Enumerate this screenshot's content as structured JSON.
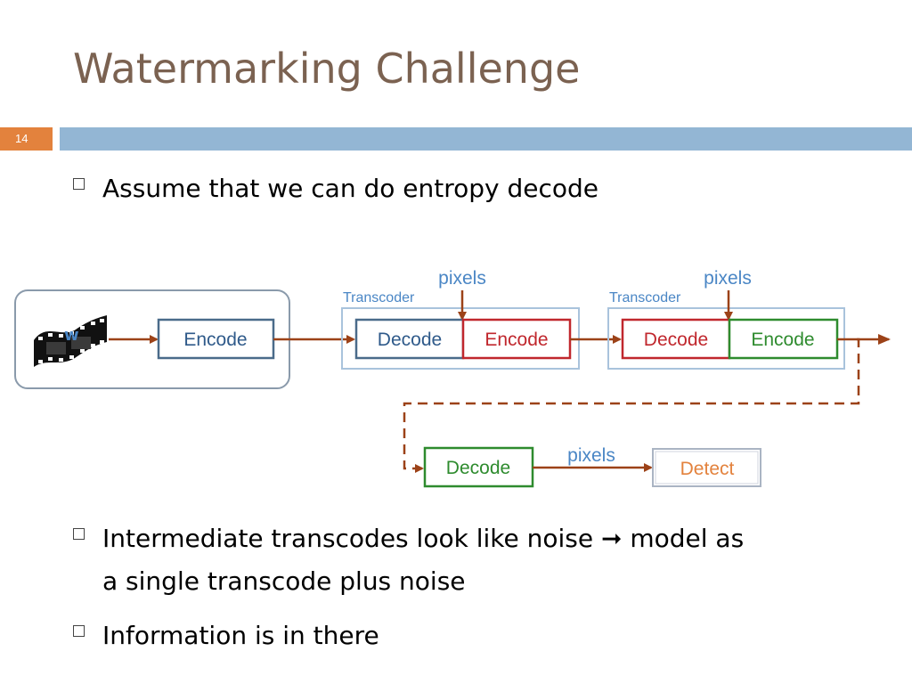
{
  "slide": {
    "title": "Watermarking Challenge",
    "page_number": "14"
  },
  "bullets": [
    {
      "text": "Assume that we can do entropy decode"
    },
    {
      "line1": "Intermediate transcodes look like noise ➞ model as",
      "line2": "a single transcode plus noise"
    },
    {
      "text": "Information is in there"
    }
  ],
  "diagram": {
    "source_mark": "w",
    "blocks": {
      "encode_1": "Encode",
      "t1_decode": "Decode",
      "t1_encode": "Encode",
      "t2_decode": "Decode",
      "t2_encode": "Encode",
      "final_decode": "Decode",
      "detect": "Detect"
    },
    "transcoder_labels": [
      "Transcoder",
      "Transcoder"
    ],
    "pixels_labels": [
      "pixels",
      "pixels",
      "pixels"
    ],
    "colors": {
      "blue_block": "#4a6b8a",
      "red_block": "#c0272d",
      "green_block": "#2e8b2e",
      "detect_text": "#e3823d",
      "arrow": "#9c4218",
      "label_blue": "#4a86c5"
    }
  }
}
